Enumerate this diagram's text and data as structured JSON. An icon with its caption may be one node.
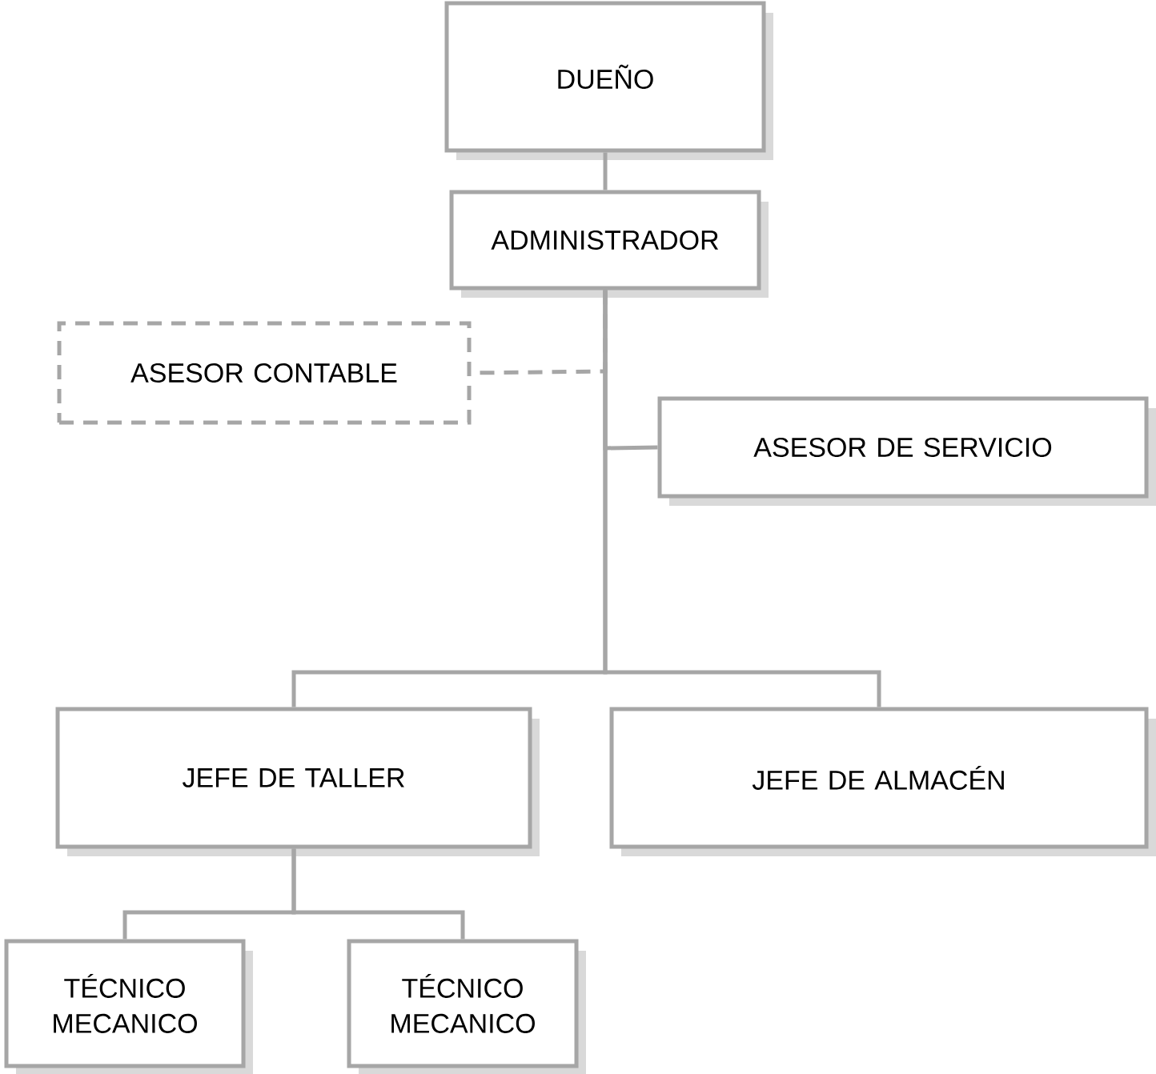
{
  "diagram": {
    "nodes": [
      {
        "text": [
          "DUEÑO"
        ]
      },
      {
        "text": [
          "ADMINISTRADOR"
        ]
      },
      {
        "text": [
          "ASESOR CONTABLE"
        ]
      },
      {
        "text": [
          "ASESOR DE SERVICIO"
        ]
      },
      {
        "text": [
          "JEFE DE TALLER"
        ]
      },
      {
        "text": [
          "JEFE DE ALMACÉN"
        ]
      },
      {
        "text": [
          "TÉCNICO MECANICO"
        ]
      },
      {
        "text": [
          "TÉCNICO MECANICO"
        ]
      }
    ],
    "edges": [
      {
        "from": 0,
        "to": 1,
        "arrow": "none"
      },
      {
        "from": 1,
        "to": 2,
        "arrow": "none",
        "style": "dashed"
      },
      {
        "from": 1,
        "to": 3,
        "arrow": "none"
      },
      {
        "from": 1,
        "to": 4,
        "arrow": "none"
      },
      {
        "from": 1,
        "to": 5,
        "arrow": "none"
      },
      {
        "from": 4,
        "to": 6,
        "arrow": "none"
      },
      {
        "from": 4,
        "to": 7,
        "arrow": "none"
      }
    ]
  }
}
